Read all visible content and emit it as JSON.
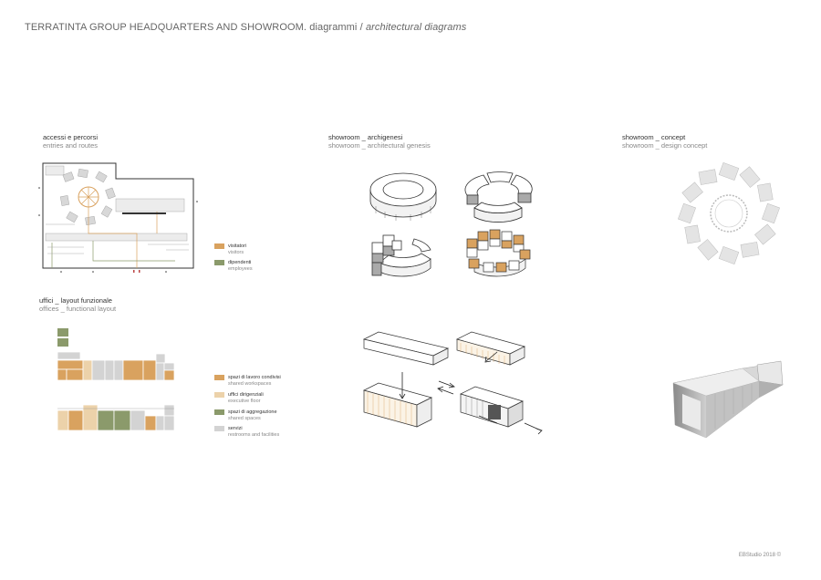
{
  "header": {
    "title_main": "TERRATINTA GROUP HEADQUARTERS AND SHOWROOM. diagrammi / ",
    "title_italic": "architectural diagrams"
  },
  "sections": {
    "access": {
      "title": "accessi e percorsi",
      "subtitle": "entries and routes"
    },
    "genesis": {
      "title": "showroom _ archigenesi",
      "subtitle": "showroom _ architectural genesis"
    },
    "concept": {
      "title": "showroom _ concept",
      "subtitle": "showroom _ design concept"
    },
    "offices": {
      "title": "uffici _ layout funzionale",
      "subtitle": "offices _ functional layout"
    }
  },
  "legend_routes": [
    {
      "label": "visitatori",
      "sub": "visitors",
      "color": "#d9a25f"
    },
    {
      "label": "dipendenti",
      "sub": "employees",
      "color": "#8b9a6b"
    }
  ],
  "legend_offices": [
    {
      "label": "spazi di lavoro condivisi",
      "sub": "shared workspaces",
      "color": "#d9a25f"
    },
    {
      "label": "uffici dirigenziali",
      "sub": "executive floor",
      "color": "#ecd2aa"
    },
    {
      "label": "spazi di aggregazione",
      "sub": "shared spaces",
      "color": "#8b9a6b"
    },
    {
      "label": "servizi",
      "sub": "restrooms and facilities",
      "color": "#d3d3d3"
    }
  ],
  "footer": {
    "credit": "EBStudio 2018 ©"
  }
}
